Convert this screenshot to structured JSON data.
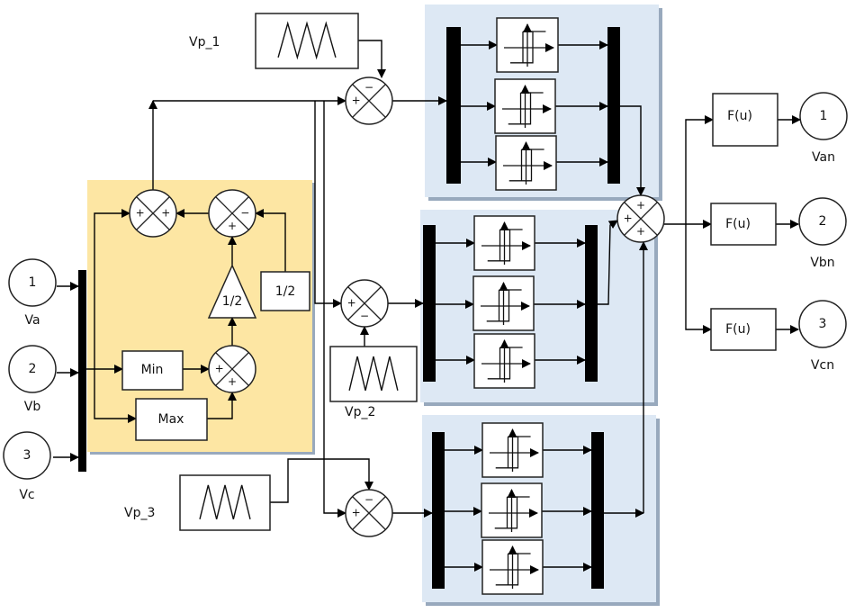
{
  "diagram": {
    "type": "simulink-block-diagram",
    "colors": {
      "subsystem_bg": "#fde6a3",
      "pwm_bank_bg": "#dde8f4",
      "pwm_bank_shadow": "#98a9bd",
      "line": "#000000"
    },
    "inports": [
      {
        "number": "1",
        "name": "Va"
      },
      {
        "number": "2",
        "name": "Vb"
      },
      {
        "number": "3",
        "name": "Vc"
      }
    ],
    "outports": [
      {
        "number": "1",
        "name": "Van"
      },
      {
        "number": "2",
        "name": "Vbn"
      },
      {
        "number": "3",
        "name": "Vcn"
      }
    ],
    "carriers": [
      {
        "name": "Vp_1",
        "icon": "triangle-wave-icon"
      },
      {
        "name": "Vp_2",
        "icon": "triangle-wave-icon"
      },
      {
        "name": "Vp_3",
        "icon": "triangle-wave-icon"
      }
    ],
    "zero_sequence_block": {
      "min_label": "Min",
      "max_label": "Max",
      "gain_label": "1/2",
      "const_label": "1/2",
      "sum_minmax_signs": [
        "+",
        "+"
      ],
      "sum_offset_signs": [
        "+",
        "−"
      ],
      "sum_output_signs": [
        "+",
        "+"
      ]
    },
    "comparator_sums": [
      {
        "signs": [
          "+",
          "−"
        ]
      },
      {
        "signs": [
          "+",
          "−"
        ]
      },
      {
        "signs": [
          "+",
          "−"
        ]
      }
    ],
    "output_sum_signs": [
      "+",
      "+",
      "+"
    ],
    "fcn_blocks": [
      {
        "label": "F(u)"
      },
      {
        "label": "F(u)"
      },
      {
        "label": "F(u)"
      }
    ],
    "relay_icon": "hysteresis-relay-icon"
  }
}
